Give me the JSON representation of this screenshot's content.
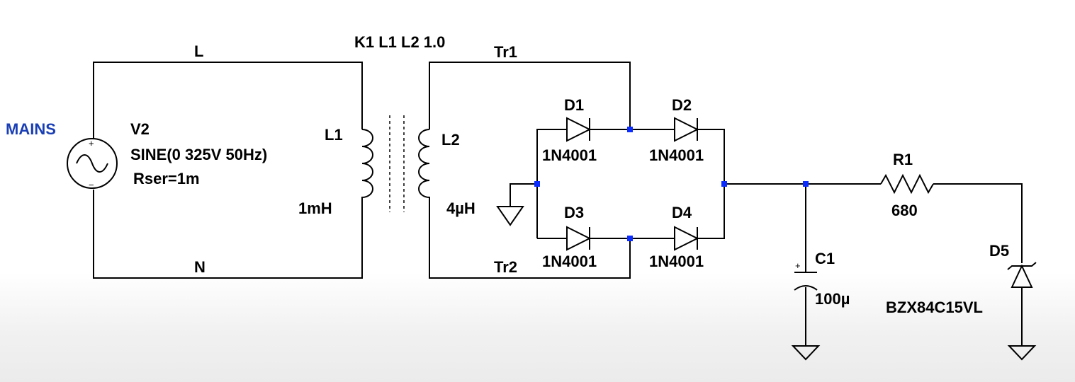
{
  "labels": {
    "net_l": "L",
    "net_n": "N",
    "coupling": "K1 L1 L2 1.0",
    "net_tr1": "Tr1",
    "net_tr2": "Tr2",
    "source_net": "MAINS"
  },
  "components": {
    "v2": {
      "name": "V2",
      "value": "SINE(0 325V 50Hz)",
      "extra": "Rser=1m",
      "plus": "+",
      "minus": "−"
    },
    "l1": {
      "name": "L1",
      "value": "1mH"
    },
    "l2": {
      "name": "L2",
      "value": "4µH"
    },
    "d1": {
      "name": "D1",
      "value": "1N4001"
    },
    "d2": {
      "name": "D2",
      "value": "1N4001"
    },
    "d3": {
      "name": "D3",
      "value": "1N4001"
    },
    "d4": {
      "name": "D4",
      "value": "1N4001"
    },
    "c1": {
      "name": "C1",
      "value": "100µ",
      "plus": "+"
    },
    "r1": {
      "name": "R1",
      "value": "680"
    },
    "d5": {
      "name": "D5",
      "value": "BZX84C15VL"
    }
  },
  "colors": {
    "wire": "#000000",
    "junction": "#0a2cff",
    "net_label": "#1a3fb5"
  }
}
